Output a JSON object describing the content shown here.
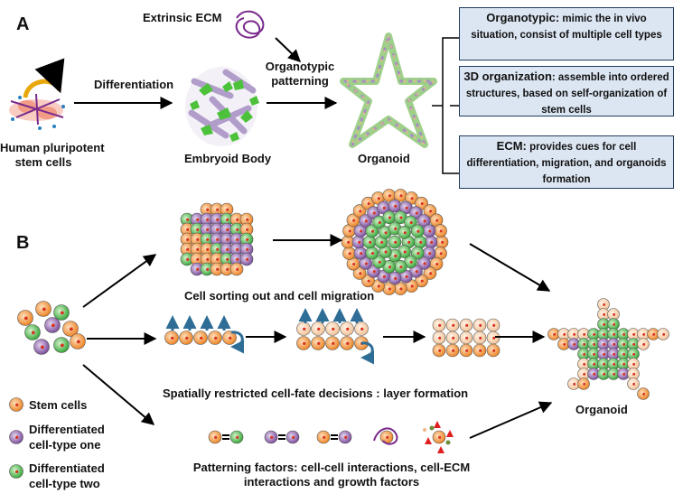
{
  "panel_a": {
    "letter": "A",
    "extrinsic_ecm": "Extrinsic ECM",
    "differentiation": "Differentiation",
    "organotypic_patterning": [
      "Organotypic",
      "patterning"
    ],
    "hpsc": [
      "Human pluripotent",
      "stem cells"
    ],
    "embryoid_body": "Embryoid Body",
    "organoid": "Organoid",
    "boxes": [
      {
        "title": "Organotypic:",
        "text": " mimic the in vivo situation, consist of multiple cell types"
      },
      {
        "title": "3D organization",
        "text": ": assemble into ordered structures, based on self-organization of stem cells"
      },
      {
        "title": "ECM:",
        "text": " provides cues for cell differentiation, migration, and organoids formation"
      }
    ]
  },
  "panel_b": {
    "letter": "B",
    "sorting": "Cell sorting out and cell migration",
    "spatial": "Spatially restricted cell-fate decisions : layer formation",
    "patterning": [
      "Patterning factors: cell-cell interactions, cell-ECM",
      "interactions and growth factors"
    ],
    "organoid": "Organoid"
  },
  "legend": [
    {
      "label": [
        "Stem cells"
      ],
      "color": "#f08a2c"
    },
    {
      "label": [
        "Differentiated",
        "cell-type one"
      ],
      "color": "#8a5fa6"
    },
    {
      "label": [
        "Differentiated",
        "cell-type two"
      ],
      "color": "#4cb84a"
    }
  ],
  "colors": {
    "stem": "#f08a2c",
    "purple": "#8a5fa6",
    "green": "#4cb84a",
    "box_fill": "#dce6f2",
    "blue_arrow": "#2e6d96",
    "ecm": "#7a2a8c"
  }
}
